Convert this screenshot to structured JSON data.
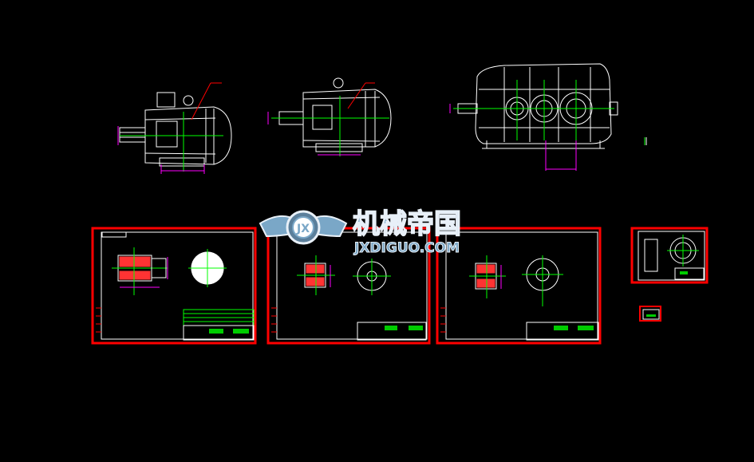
{
  "watermark": {
    "logo_letters": "JX",
    "title_cn": "机械帝国",
    "site": "JXDIGUO.COM"
  },
  "colors": {
    "background": "#000000",
    "outline": "#ffffff",
    "dimension": "#ff00ff",
    "center": "#00ff00",
    "frame": "#ff0000",
    "hatch": "#ff3333",
    "leader": "#ff0000",
    "watermark_fill": "#7aa7c7",
    "watermark_stroke": "#e8f0f8"
  },
  "icons": {
    "logo": "gear-wings-logo-icon"
  }
}
